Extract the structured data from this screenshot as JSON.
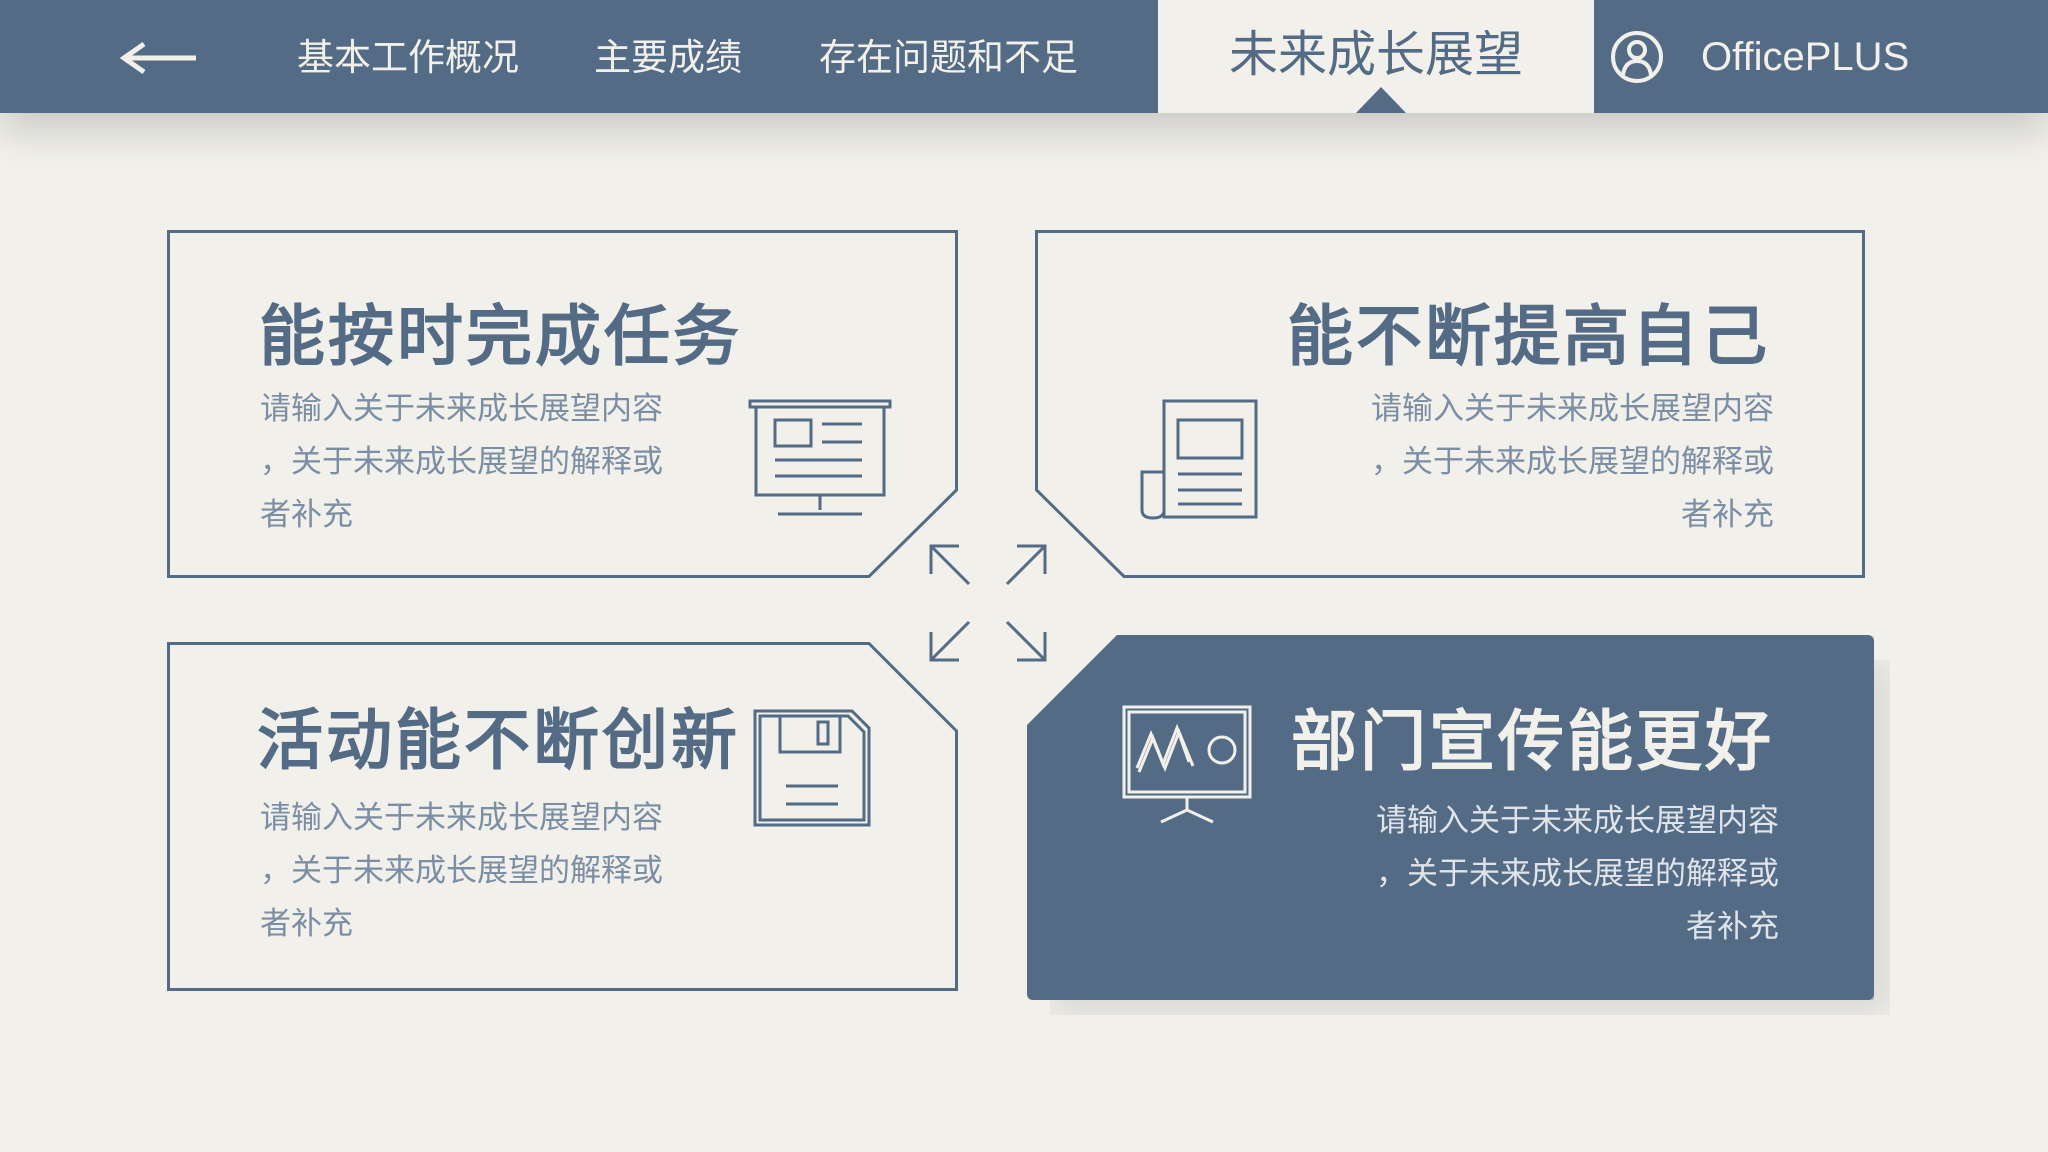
{
  "nav": {
    "items": [
      {
        "label": "基本工作概况"
      },
      {
        "label": "主要成绩"
      },
      {
        "label": "存在问题和不足"
      },
      {
        "label": "未来成长展望"
      }
    ],
    "brand": "OfficePLUS",
    "back_icon": "arrow-left-icon",
    "user_icon": "user-icon"
  },
  "cards": [
    {
      "title": "能按时完成任务",
      "body": [
        "请输入关于未来成长展望内容",
        "，关于未来成长展望的解释或",
        "者补充"
      ],
      "icon": "presentation-board-icon"
    },
    {
      "title": "能不断提高自己",
      "body": [
        "请输入关于未来成长展望内容",
        "，关于未来成长展望的解释或",
        "者补充"
      ],
      "icon": "newspaper-icon"
    },
    {
      "title": "活动能不断创新",
      "body": [
        "请输入关于未来成长展望内容",
        "，关于未来成长展望的解释或",
        "者补充"
      ],
      "icon": "floppy-disk-icon"
    },
    {
      "title": "部门宣传能更好",
      "body": [
        "请输入关于未来成长展望内容",
        "，关于未来成长展望的解释或",
        "者补充"
      ],
      "icon": "chart-board-icon"
    }
  ],
  "colors": {
    "primary": "#546b86",
    "background": "#f1f0eb",
    "body_text": "#7b8ea3"
  },
  "center_icon": "expand-arrows-icon"
}
